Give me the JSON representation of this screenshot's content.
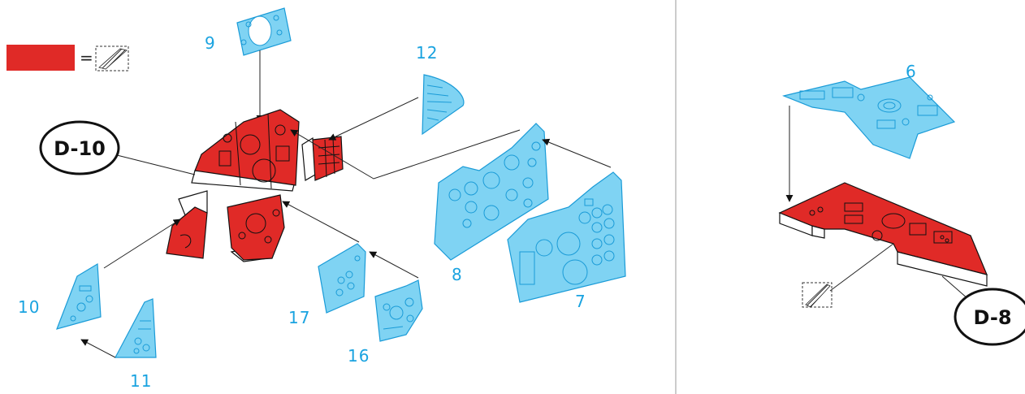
{
  "legend": {
    "swatch_color": "#e02a27",
    "equals": "=",
    "hatch_icon": "hatch-icon"
  },
  "parts": {
    "p9": "9",
    "p12": "12",
    "p10": "10",
    "p11": "11",
    "p17": "17",
    "p16": "16",
    "p8": "8",
    "p7": "7",
    "p6": "6"
  },
  "callouts": {
    "left": "D-10",
    "right": "D-8"
  },
  "colors": {
    "decal_blue": "#7fd3f3",
    "decal_outline": "#1a9bd7",
    "label_blue": "#1aa3e0",
    "part_red": "#e02a27"
  }
}
